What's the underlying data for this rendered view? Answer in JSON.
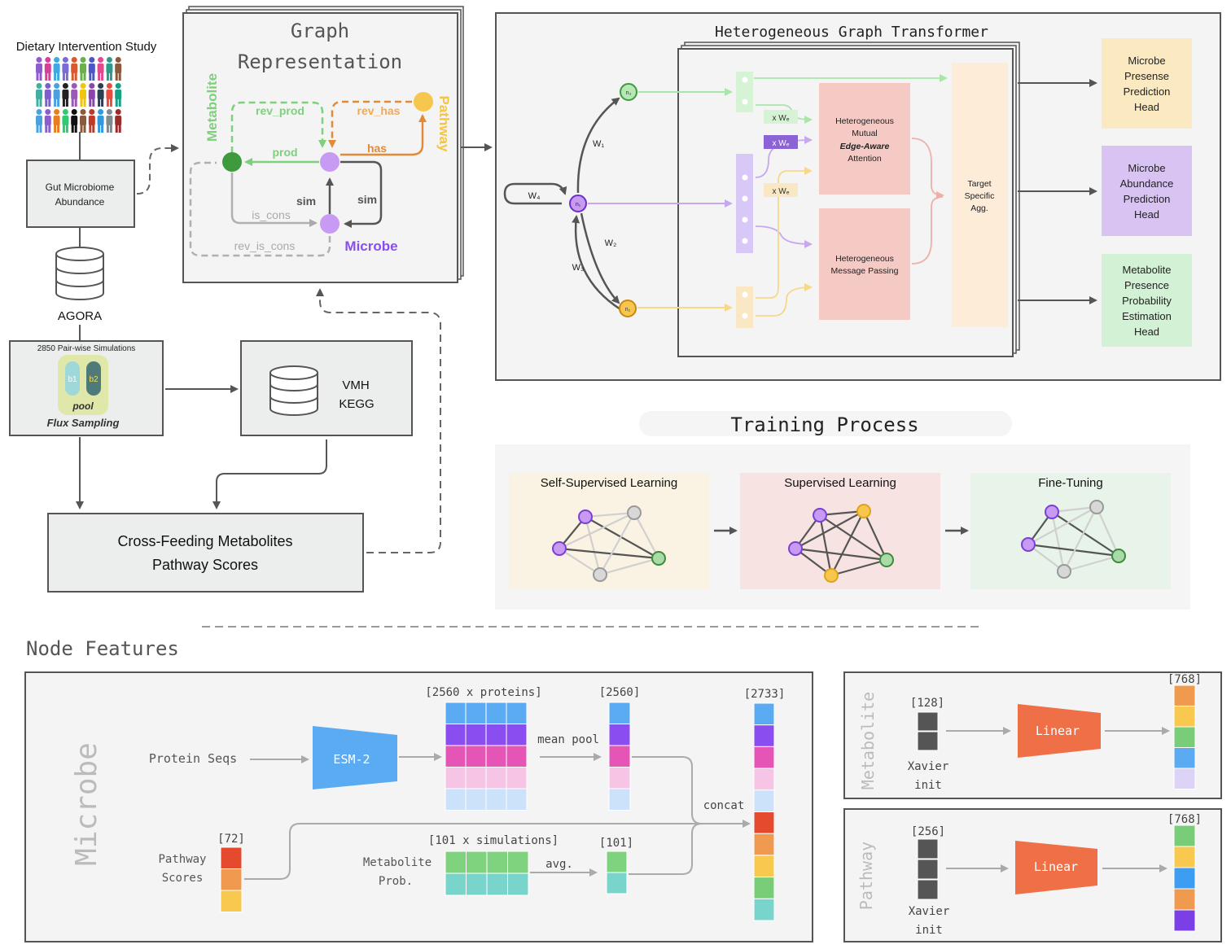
{
  "study": {
    "title": "Dietary Intervention Study"
  },
  "gut_box": {
    "line1": "Gut Microbiome",
    "line2": "Abundance"
  },
  "agora": {
    "label": "AGORA"
  },
  "sim_box": {
    "title": "2850 Pair-wise Simulations",
    "b1": "b1",
    "b2": "b2",
    "pool": "pool",
    "caption": "Flux Sampling"
  },
  "vmh_box": {
    "line1": "VMH",
    "line2": "KEGG"
  },
  "crossfeed_box": {
    "line1": "Cross-Feeding Metabolites",
    "line2": "Pathway Scores"
  },
  "graph_rep": {
    "title1": "Graph",
    "title2": "Representation",
    "metabolite": "Metabolite",
    "pathway": "Pathway",
    "microbe": "Microbe",
    "edges": {
      "rev_prod": "rev_prod",
      "rev_has": "rev_has",
      "prod": "prod",
      "has": "has",
      "sim1": "sim",
      "sim2": "sim",
      "is_cons": "is_cons",
      "rev_is_cons": "rev_is_cons"
    }
  },
  "hgt": {
    "title": "Heterogeneous Graph Transformer",
    "nodes": {
      "n1": "n₁",
      "n2": "n₂",
      "n3": "n₃"
    },
    "weights": {
      "w1": "W₁",
      "w2": "W₂",
      "w3": "W₃",
      "w4": "W₄"
    },
    "we1": "x  Wₑ",
    "we2": "x  Wₑ",
    "we3": "x  Wₑ",
    "attention": [
      "Heterogeneous",
      "Mutual",
      "Edge-Aware",
      "Attention"
    ],
    "message": [
      "Heterogeneous",
      "Message Passing"
    ],
    "target": [
      "Target",
      "Specific",
      "Agg."
    ]
  },
  "heads": [
    {
      "lines": [
        "Microbe",
        "Presense",
        "Prediction",
        "Head"
      ],
      "color": "#fbeac1"
    },
    {
      "lines": [
        "Microbe",
        "Abundance",
        "Prediction",
        "Head"
      ],
      "color": "#d8c3f3"
    },
    {
      "lines": [
        "Metabolite",
        "Presence",
        "Probability",
        "Estimation",
        "Head"
      ],
      "color": "#d3f2d5"
    }
  ],
  "training": {
    "title": "Training Process",
    "stages": [
      {
        "label": "Self-Supervised Learning",
        "color": "#faf3e3"
      },
      {
        "label": "Supervised Learning",
        "color": "#f7e4e2"
      },
      {
        "label": "Fine-Tuning",
        "color": "#e8f4e9"
      }
    ]
  },
  "node_features": {
    "title": "Node Features",
    "microbe": {
      "side_label": "Microbe",
      "protein_seqs": "Protein Seqs",
      "esm": "ESM-2",
      "dim_proteins": "[2560 x proteins]",
      "mean_pool": "mean pool",
      "dim_2560": "[2560]",
      "dim_2733": "[2733]",
      "concat": "concat",
      "pathway_label1": "Pathway",
      "pathway_label2": "Scores",
      "dim_72": "[72]",
      "dim_sims": "[101 x simulations]",
      "metab_label1": "Metabolite",
      "metab_label2": "Prob.",
      "avg": "avg.",
      "dim_101": "[101]"
    },
    "metabolite": {
      "side_label": "Metabolite",
      "dim_in": "[128]",
      "xavier1": "Xavier",
      "xavier2": "init",
      "linear": "Linear",
      "dim_out": "[768]"
    },
    "pathway": {
      "side_label": "Pathway",
      "dim_in": "[256]",
      "xavier1": "Xavier",
      "xavier2": "init",
      "linear": "Linear",
      "dim_out": "[768]"
    }
  }
}
